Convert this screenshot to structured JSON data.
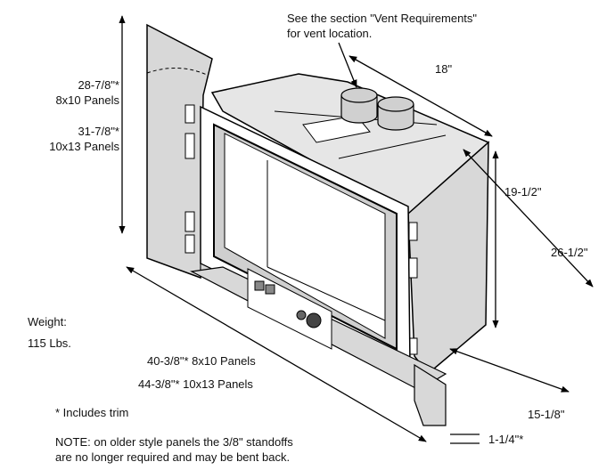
{
  "colors": {
    "panel_fill": "#d8d8d8",
    "line": "#000000",
    "background": "#ffffff"
  },
  "callout": {
    "line1": "See the section \"Vent Requirements\"",
    "line2": "for vent location."
  },
  "dimensions": {
    "height_8x10": "28-7/8\"*",
    "panels_8x10": "8x10 Panels",
    "height_10x13": "31-7/8\"*",
    "panels_10x13": "10x13 Panels",
    "depth_top": "18\"",
    "firebox_height": "19-1/2\"",
    "overall_depth": "26-1/2\"",
    "width_8x10": "40-3/8\"* 8x10 Panels",
    "width_10x13": "44-3/8\"* 10x13 Panels",
    "bottom_depth": "15-1/8\"",
    "standoff": "1-1/4\"*"
  },
  "weight": {
    "label": "Weight:",
    "value": "115 Lbs."
  },
  "notes": {
    "trim": "* Includes trim",
    "line1": "NOTE: on older style panels the 3/8\" standoffs",
    "line2": "are no longer required and may be bent back."
  }
}
